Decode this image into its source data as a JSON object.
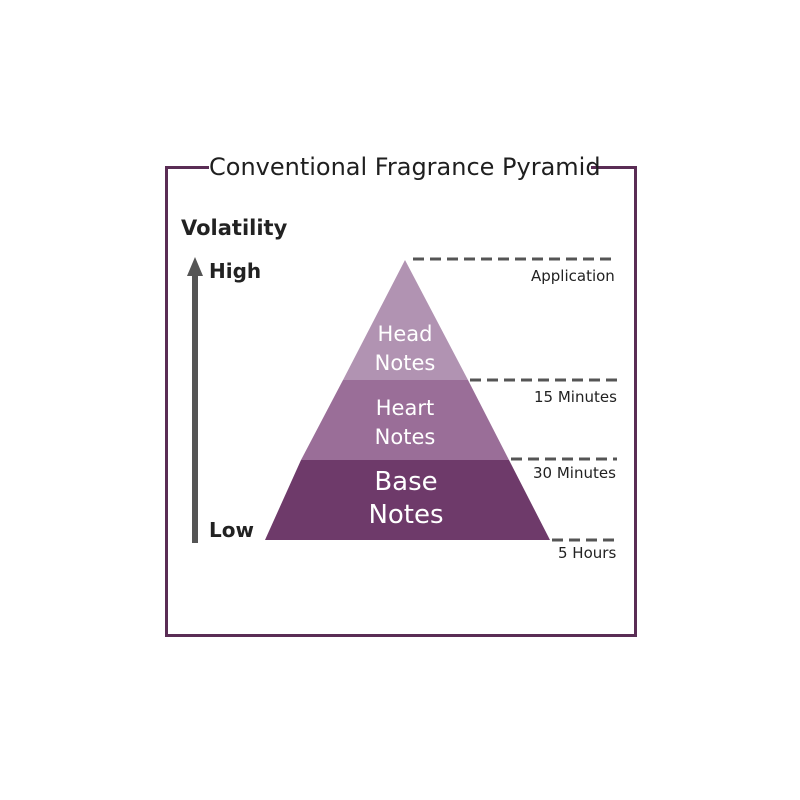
{
  "title": "Conventional Fragrance Pyramid",
  "axis": {
    "title": "Volatility",
    "high_label": "High",
    "low_label": "Low"
  },
  "layers": [
    {
      "line1": "Head",
      "line2": "Notes",
      "color": "#b193b2"
    },
    {
      "line1": "Heart",
      "line2": "Notes",
      "color": "#9a6e98"
    },
    {
      "line1": "Base",
      "line2": "Notes",
      "color": "#6e3a6a"
    }
  ],
  "timeline": [
    "Application",
    "15 Minutes",
    "30 Minutes",
    "5 Hours"
  ],
  "colors": {
    "frame": "#5a2d55",
    "arrow": "#555555",
    "dashes": "#555555"
  }
}
